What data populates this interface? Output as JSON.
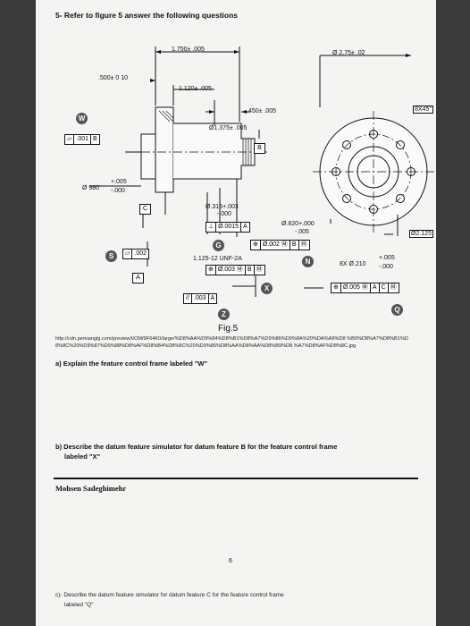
{
  "header": {
    "title": "5- Refer to figure 5 answer the following questions"
  },
  "drawing": {
    "dims": {
      "d1750": "1.750± .005",
      "d2750": "Ø 2.75± .02",
      "d500": ".500± 0 10",
      "d1120": "1.120± .005",
      "d450": ".450± .005",
      "d1375": "Ø1.375± .005",
      "d980_prefix": "Ø 980",
      "d980_plus": "+.005",
      "d980_minus": "-.000",
      "d315_main": "Ø.315+.003",
      "d315_minus": "-.000",
      "d820_main": "Ø.820+.000",
      "d820_minus": "-.005",
      "thread": "1.125-12 UNF-2A",
      "chamfer": "8X45°",
      "bc": "Ø2.125",
      "holes_main": "8X Ø.210",
      "holes_plus": "+.005",
      "holes_minus": "-.000"
    },
    "frames": {
      "f001_sym": "▱",
      "f001_val": ".001",
      "f001_dat": "B",
      "f0015_sym": "⊥",
      "f0015_val": "Ø.0015",
      "f0015_dat": "A",
      "f002_sym": "⊕",
      "f002_val": "Ø.002 Ⓜ",
      "f002_dat1": "B",
      "f002_dat2": "Ⓜ",
      "f002b_sym": "▱",
      "f002b_val": ".002",
      "f003_sym": "⊕",
      "f003_val": "Ø.003 Ⓜ",
      "f003_dat1": "B",
      "f003_dat2": "Ⓜ",
      "f003b_sym": "//",
      "f003b_val": ".003",
      "f003b_dat": "A",
      "f005_sym": "⊕",
      "f005_val": "Ø.005 Ⓜ",
      "f005_dat1": "A",
      "f005_dat2": "C",
      "f005_dat3": "Ⓜ"
    },
    "datums": {
      "a": "A",
      "b": "B",
      "c": "C"
    },
    "labels": {
      "w": "W",
      "g": "G",
      "s": "S",
      "n": "N",
      "x": "X",
      "z": "Z",
      "q": "Q"
    },
    "fig_label": "Fig.5"
  },
  "source_url": "http://cdn.pemiangig.com/preview/tX3W9F64K0/large/%D8%AA%D9%84%D8%B1%D8%A7%D9%86%D9%8A%20%DA%A9%D8 %B0%D8%A7%D8%B1%D8%8C%20%D9%87%D9%88%D8%AF%D8%B4%D8%8C%20%D9%85%D8%AA%D8%AA%D8%B9%D8 %A7%D8%AF%D8%8C.jpg",
  "questions": {
    "a": "a)  Explain the feature control frame labeled \"W\"",
    "b_line1": "b)  Describe the datum feature simulator for datum feature B for the feature control frame",
    "b_line2": "labeled \"X\"",
    "c_line1": "c)- Describe the datum feature simulator for datum feature  C for the feature control frame",
    "c_line2": "labeled \"Q\""
  },
  "author": "Mohsen Sadeghimehr",
  "page_number": "6"
}
